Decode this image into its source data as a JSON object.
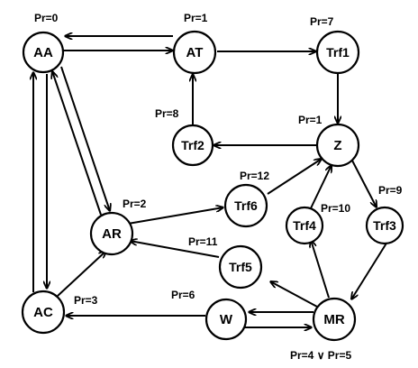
{
  "diagram": {
    "nodes": [
      {
        "id": "AA",
        "label": "AA",
        "priority": "Pr=0"
      },
      {
        "id": "AT",
        "label": "AT",
        "priority": "Pr=1"
      },
      {
        "id": "Trf1",
        "label": "Trf1",
        "priority": "Pr=7"
      },
      {
        "id": "Trf2",
        "label": "Trf2",
        "priority": "Pr=8"
      },
      {
        "id": "Z",
        "label": "Z",
        "priority": "Pr=1"
      },
      {
        "id": "Trf6",
        "label": "Trf6",
        "priority": "Pr=12"
      },
      {
        "id": "AR",
        "label": "AR",
        "priority": "Pr=2"
      },
      {
        "id": "Trf4",
        "label": "Trf4",
        "priority": "Pr=10"
      },
      {
        "id": "Trf3",
        "label": "Trf3",
        "priority": "Pr=9"
      },
      {
        "id": "Trf5",
        "label": "Trf5",
        "priority": "Pr=11"
      },
      {
        "id": "AC",
        "label": "AC",
        "priority": "Pr=3"
      },
      {
        "id": "W",
        "label": "W",
        "priority": "Pr=6"
      },
      {
        "id": "MR",
        "label": "MR",
        "priority": "Pr=4 ∨ Pr=5"
      }
    ],
    "edges": [
      {
        "from": "AA",
        "to": "AT"
      },
      {
        "from": "AT",
        "to": "AA"
      },
      {
        "from": "AT",
        "to": "Trf1"
      },
      {
        "from": "Trf1",
        "to": "Z"
      },
      {
        "from": "Z",
        "to": "Trf2"
      },
      {
        "from": "Trf2",
        "to": "AT"
      },
      {
        "from": "AA",
        "to": "AR"
      },
      {
        "from": "AR",
        "to": "AA"
      },
      {
        "from": "AA",
        "to": "AC"
      },
      {
        "from": "AC",
        "to": "AA"
      },
      {
        "from": "AC",
        "to": "AR"
      },
      {
        "from": "AR",
        "to": "Trf6"
      },
      {
        "from": "Trf6",
        "to": "Z"
      },
      {
        "from": "Z",
        "to": "Trf3"
      },
      {
        "from": "Trf4",
        "to": "Z"
      },
      {
        "from": "MR",
        "to": "Trf4"
      },
      {
        "from": "Trf3",
        "to": "MR"
      },
      {
        "from": "MR",
        "to": "Trf5"
      },
      {
        "from": "Trf5",
        "to": "AR"
      },
      {
        "from": "MR",
        "to": "W"
      },
      {
        "from": "W",
        "to": "MR"
      },
      {
        "from": "W",
        "to": "AC"
      }
    ]
  }
}
